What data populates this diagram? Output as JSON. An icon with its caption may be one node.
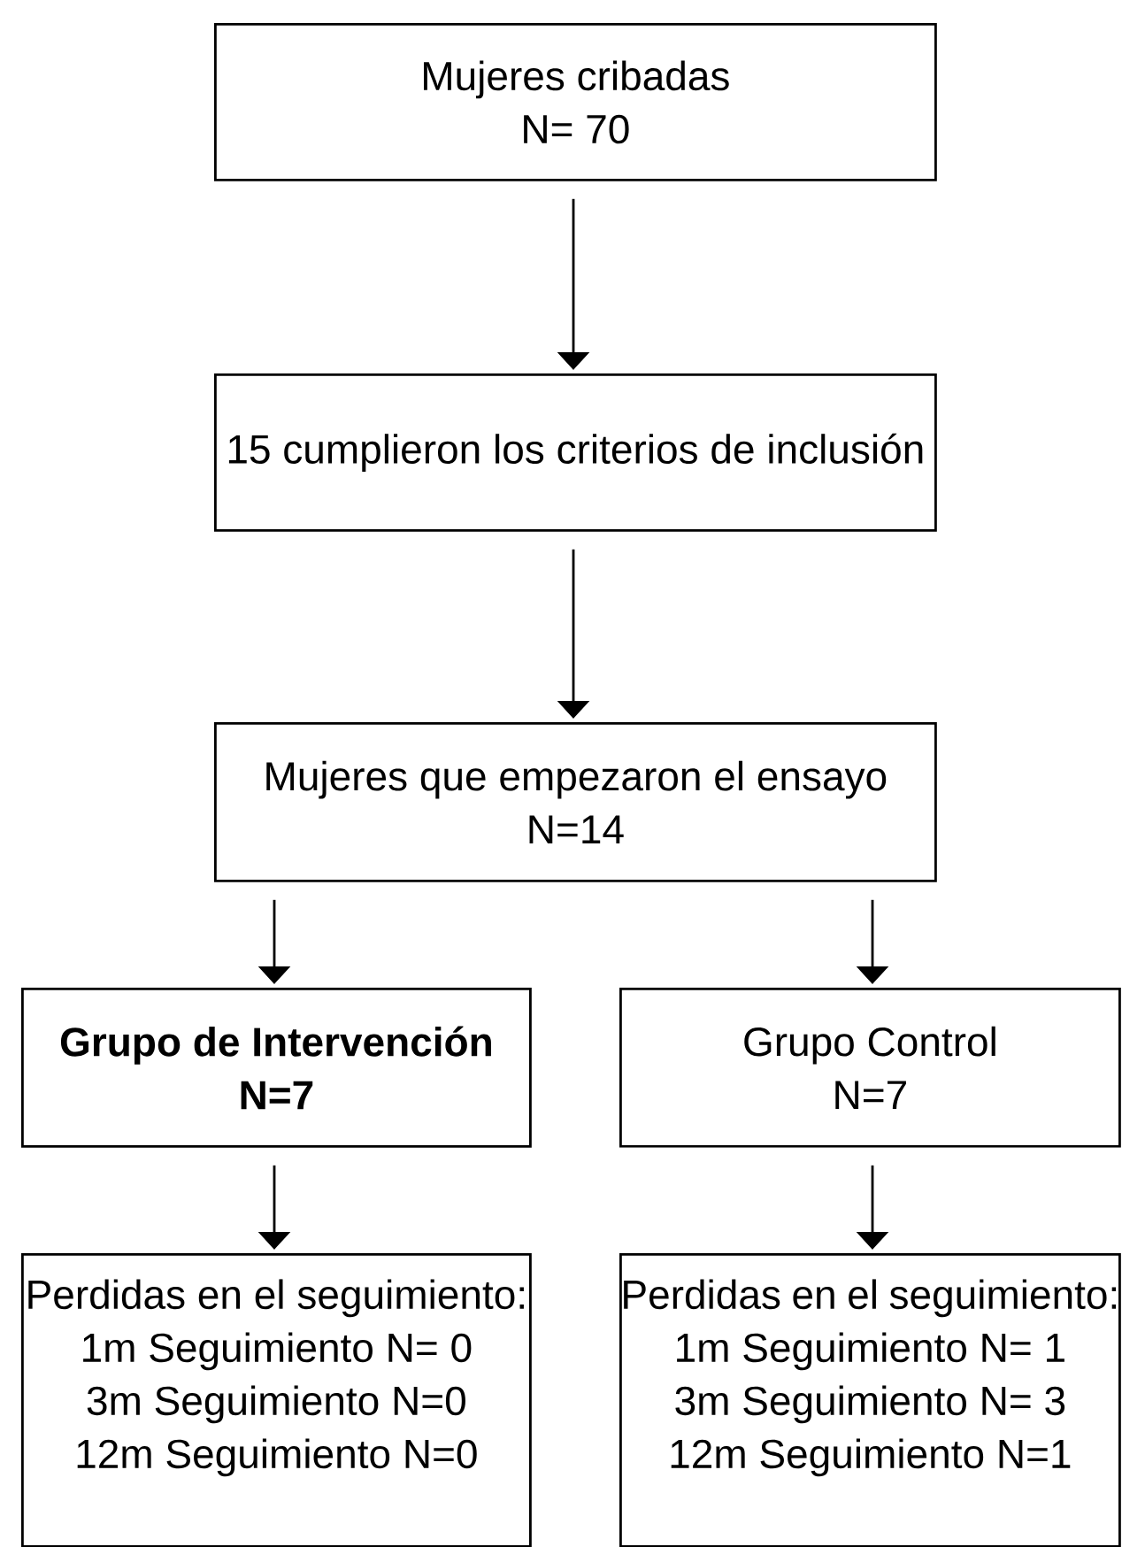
{
  "diagram": {
    "nodes": [
      {
        "text": [
          "Mujeres cribadas",
          "N= 70"
        ]
      },
      {
        "text": [
          "15 cumplieron los criterios de inclusión"
        ]
      },
      {
        "text": [
          "Mujeres que empezaron el ensayo",
          "N=14"
        ]
      },
      {
        "text": [
          "Grupo de Intervención",
          "N=7"
        ]
      },
      {
        "text": [
          "Grupo Control",
          "N=7"
        ]
      },
      {
        "text": [
          "Perdidas en el seguimiento:",
          "1m Seguimiento N= 0",
          "3m Seguimiento N=0",
          "12m Seguimiento N=0"
        ]
      },
      {
        "text": [
          "Perdidas en el seguimiento:",
          "1m Seguimiento N= 1",
          "3m Seguimiento N= 3",
          "12m Seguimiento N=1"
        ]
      }
    ],
    "edges": [
      {
        "from": 0,
        "to": 1,
        "arrow": "to"
      },
      {
        "from": 1,
        "to": 2,
        "arrow": "to"
      },
      {
        "from": 2,
        "to": 3,
        "arrow": "to"
      },
      {
        "from": 2,
        "to": 4,
        "arrow": "to"
      },
      {
        "from": 3,
        "to": 5,
        "arrow": "to"
      },
      {
        "from": 4,
        "to": 6,
        "arrow": "to"
      }
    ]
  }
}
